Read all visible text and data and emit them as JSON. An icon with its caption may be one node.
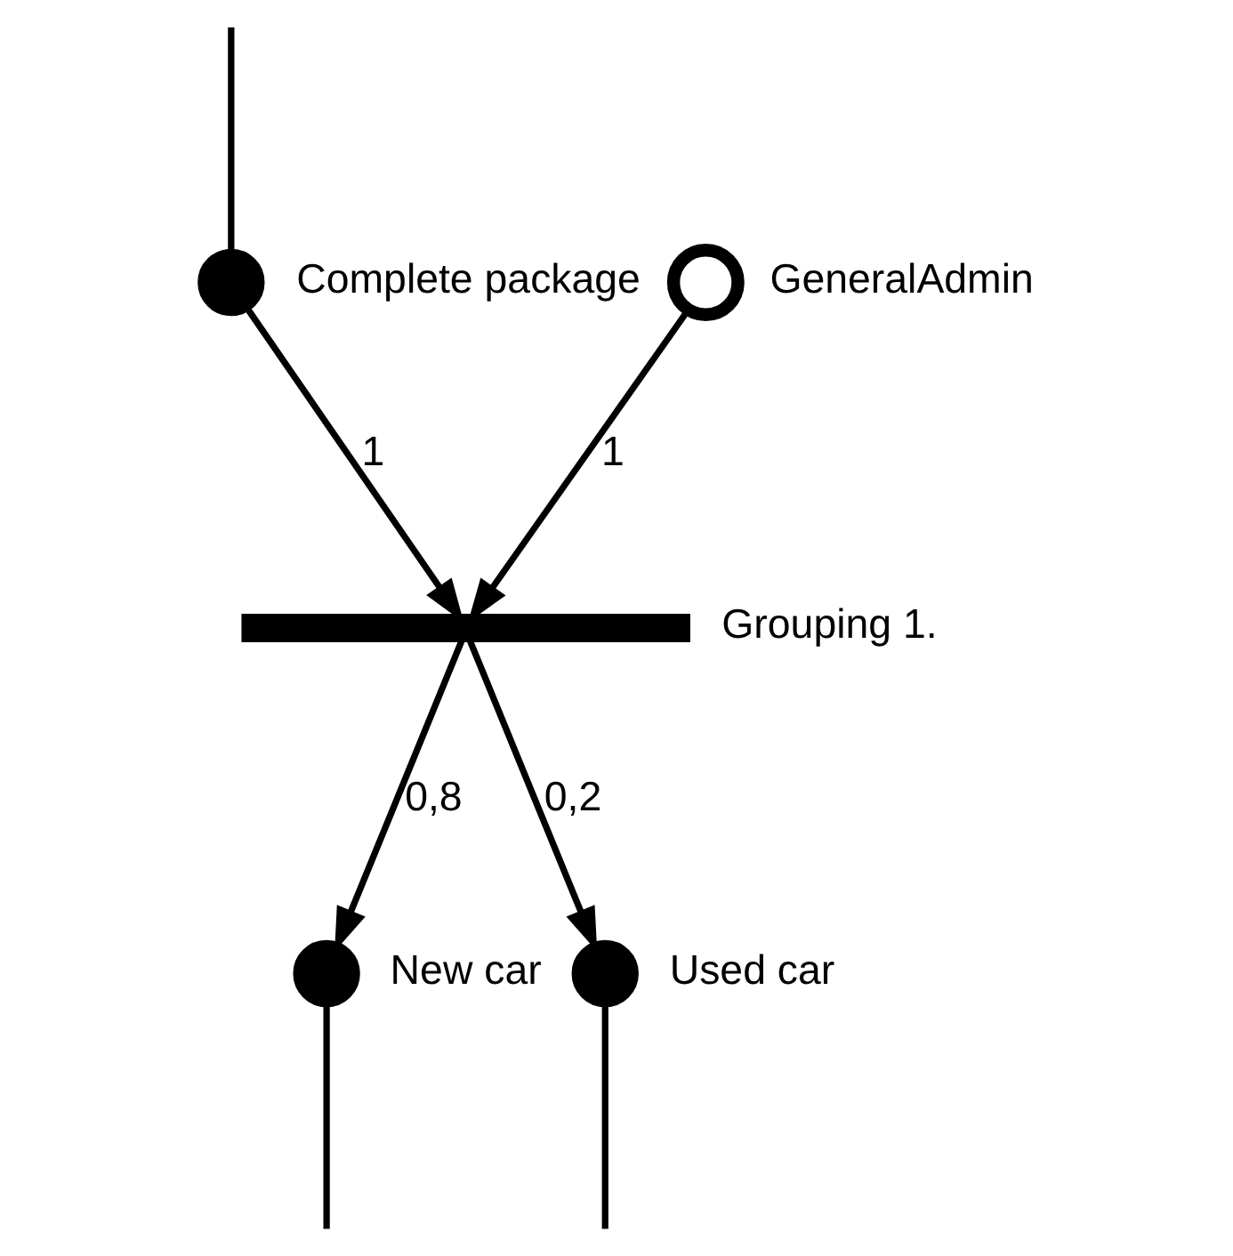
{
  "diagram": {
    "nodes": [
      {
        "text": [],
        "shape": "circle",
        "beside": [
          "Complete package"
        ]
      },
      {
        "text": [],
        "shape": "circle",
        "beside": [
          "GeneralAdmin"
        ]
      },
      {
        "text": [],
        "shape": "bar",
        "beside": [
          "Grouping 1."
        ]
      },
      {
        "text": [],
        "shape": "circle",
        "beside": [
          "New car"
        ]
      },
      {
        "text": [],
        "shape": "circle",
        "beside": [
          "Used car"
        ]
      }
    ],
    "edges": [
      {
        "from": null,
        "to": 0,
        "arrow": "none"
      },
      {
        "from": 0,
        "to": 2,
        "arrow": "to",
        "label": "1"
      },
      {
        "from": 1,
        "to": 2,
        "arrow": "to",
        "label": "1"
      },
      {
        "from": 2,
        "to": 3,
        "arrow": "to",
        "label": "0,8"
      },
      {
        "from": 2,
        "to": 4,
        "arrow": "to",
        "label": "0,2"
      },
      {
        "from": 3,
        "to": null,
        "arrow": "none"
      },
      {
        "from": 4,
        "to": null,
        "arrow": "none"
      }
    ]
  }
}
